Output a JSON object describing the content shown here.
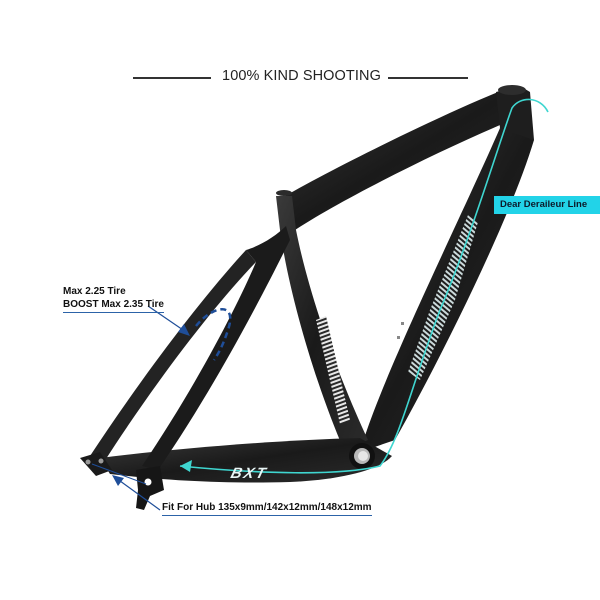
{
  "header": {
    "title": "100% KIND SHOOTING"
  },
  "product": {
    "subject": "carbon hardtail MTB frame",
    "brand_mark": "BXT",
    "frame_color": "#1c1c1c",
    "accent_color": "#3fd6d0"
  },
  "annotations": {
    "derailleur": {
      "label": "Dear Deraileur Line",
      "background": "#22d3e8"
    },
    "tire_clearance": {
      "line1": "Max 2.25 Tire",
      "line2": "BOOST Max 2.35 Tire",
      "arrow_color": "#1f4e99"
    },
    "hub": {
      "label": "Fit For Hub 135x9mm/142x12mm/148x12mm",
      "arrow_color": "#1f4e99"
    }
  }
}
